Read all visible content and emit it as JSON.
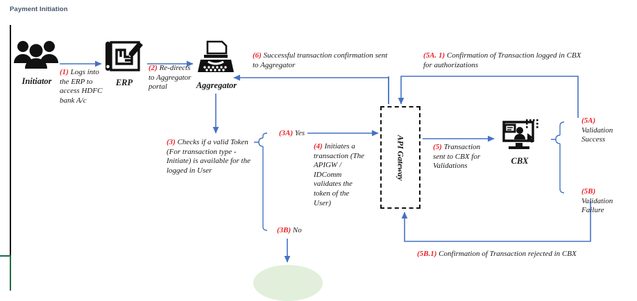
{
  "page": {
    "title": "Payment Initiation",
    "accent_arrow_color": "#4472c4",
    "accent_tag_color": "#e8232a",
    "title_color": "#44546a",
    "ellipse_color": "#e2efda",
    "rule_black": "#000000",
    "rule_green": "#1d6b3f"
  },
  "nodes": [
    {
      "id": "initiator",
      "label": "Initiator",
      "icon": "people-group-icon"
    },
    {
      "id": "erp",
      "label": "ERP",
      "icon": "blueprint-pencil-icon"
    },
    {
      "id": "aggregator",
      "label": "Aggregator",
      "icon": "typewriter-icon"
    },
    {
      "id": "api-gateway",
      "label": "API Gateway",
      "icon": "dash-dot-box"
    },
    {
      "id": "cbx",
      "label": "CBX",
      "icon": "monitor-user-icon"
    }
  ],
  "steps": {
    "s1": {
      "tag": "(1)",
      "text": "Logs into the ERP to access HDFC bank A/c"
    },
    "s2": {
      "tag": "(2)",
      "text": "Re-directs to Aggregator portal"
    },
    "s3": {
      "tag": "(3)",
      "text": "Checks if a valid Token (For transaction type - Initiate)  is available for the logged in User"
    },
    "s3a": {
      "tag": "(3A)",
      "text": "Yes"
    },
    "s3b": {
      "tag": "(3B)",
      "text": "No"
    },
    "s4": {
      "tag": "(4)",
      "text": "Initiates a transaction (The APIGW / IDComm validates the token of the User)"
    },
    "s5": {
      "tag": "(5)",
      "text": "Transaction sent to CBX for Validations"
    },
    "s5a": {
      "tag": "(5A)",
      "text": "Validation Success"
    },
    "s5a1": {
      "tag": "(5A. 1)",
      "text": "Confirmation of Transaction logged in CBX for authorizations"
    },
    "s5b": {
      "tag": "(5B)",
      "text": "Validation Failure"
    },
    "s5b1": {
      "tag": "(5B.1)",
      "text": "Confirmation of Transaction rejected in CBX"
    },
    "s6": {
      "tag": "(6)",
      "text": "Successful transaction confirmation sent to Aggregator"
    }
  }
}
